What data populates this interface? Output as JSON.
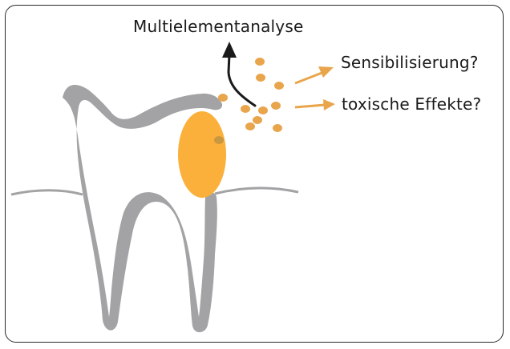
{
  "labels": {
    "analysis": "Multielementanalyse",
    "sensitization": "Sensibilisierung?",
    "toxic_effects": "toxische Effekte?"
  },
  "colors": {
    "tooth": "#a3a3a5",
    "filling": "#fbb03b",
    "particle": "#e9a54b",
    "arrow_orange": "#e9a54b",
    "arrow_black": "#1a1a1a",
    "frame": "#2a2a2a"
  },
  "icons": {
    "tooth": "tooth-outline",
    "filling": "amalgam-filling",
    "particles": "released-particles"
  }
}
